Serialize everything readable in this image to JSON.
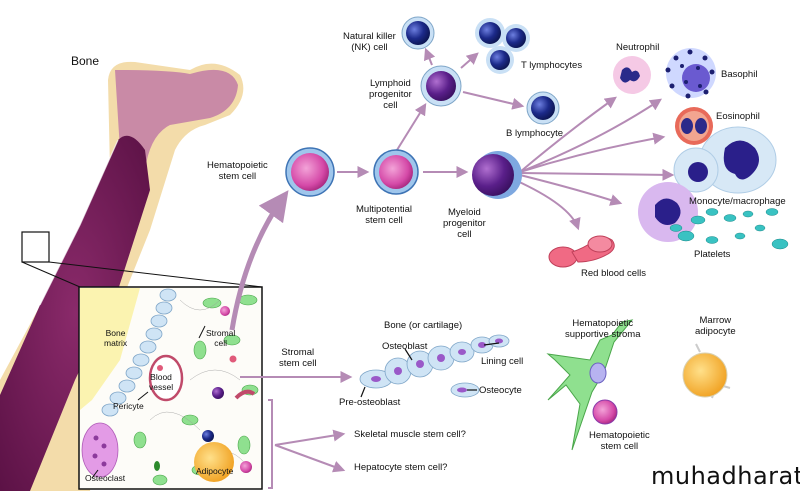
{
  "title": "Bone marrow stem cell differentiation",
  "labels": {
    "bone": "Bone",
    "hsc": [
      "Hematopoietic",
      "stem cell"
    ],
    "multipotential": [
      "Multipotential",
      "stem cell"
    ],
    "lymphoid": [
      "Lymphoid",
      "progenitor",
      "cell"
    ],
    "myeloid": [
      "Myeloid",
      "progenitor",
      "cell"
    ],
    "nk": [
      "Natural killer",
      "(NK) cell"
    ],
    "t_lymph": "T lymphocytes",
    "b_lymph": "B lymphocyte",
    "neutrophil": "Neutrophil",
    "basophil": "Basophil",
    "eosinophil": "Eosinophil",
    "monocyte": "Monocyte/macrophage",
    "platelets": "Platelets",
    "rbc": "Red blood cells",
    "inset": {
      "bone_matrix": [
        "Bone",
        "matrix"
      ],
      "stromal": [
        "Stromal",
        "cell"
      ],
      "blood_vessel": [
        "Blood",
        "vessel"
      ],
      "pericyte": "Pericyte",
      "osteoclast": "Osteoclast",
      "adipocyte": "Adipocyte"
    },
    "stromal_stem": [
      "Stromal",
      "stem cell"
    ],
    "bone_cartilage": "Bone (or cartilage)",
    "osteoblast": "Osteoblast",
    "lining_cell": "Lining cell",
    "osteocyte": "Osteocyte",
    "pre_osteoblast": "Pre-osteoblast",
    "skeletal": "Skeletal muscle stem cell?",
    "hepatocyte": "Hepatocyte stem cell?",
    "supportive_stroma": [
      "Hematopoietic",
      "supportive stroma"
    ],
    "stroma_hsc": [
      "Hematopoietic",
      "stem cell"
    ],
    "marrow_adipocyte": [
      "Marrow",
      "adipocyte"
    ]
  },
  "watermark": "muhadharaty.com",
  "colors": {
    "arrow": "#b58bb5",
    "bone_marrow": "#7a1f5a",
    "bone_cortex": "#f3dcaa",
    "stroma_green": "#8fe08f",
    "osteoblast_blue": "#cfe4f5",
    "adipocyte_yellow": "#f6b733"
  }
}
